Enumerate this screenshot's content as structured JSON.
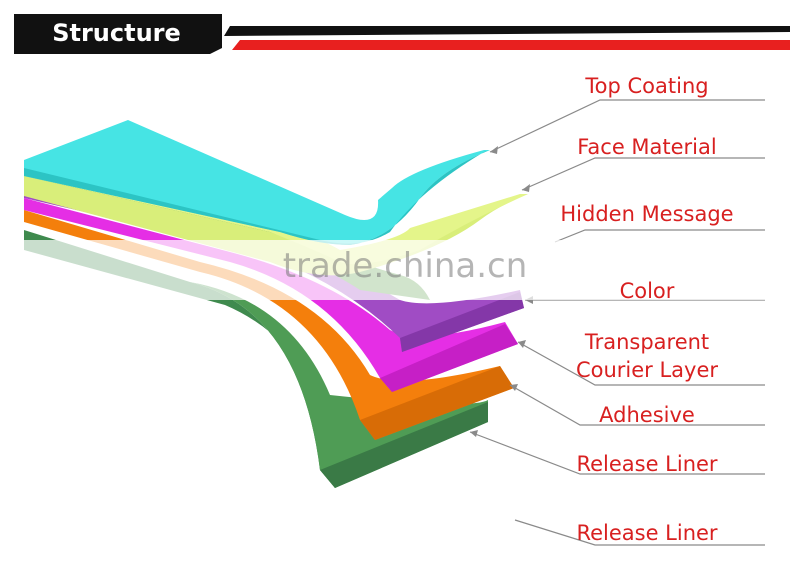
{
  "header": {
    "title": "Structure"
  },
  "watermark": {
    "text": "trade.china.cn"
  },
  "labels": [
    {
      "id": "top-coating",
      "text": "Top Coating"
    },
    {
      "id": "face-material",
      "text": "Face Material"
    },
    {
      "id": "hidden-message",
      "text": "Hidden Message"
    },
    {
      "id": "color",
      "text": "Color"
    },
    {
      "id": "transparent-courier-layer-1",
      "text": "Transparent"
    },
    {
      "id": "transparent-courier-layer-2",
      "text": "Courier Layer"
    },
    {
      "id": "adhesive",
      "text": "Adhesive"
    },
    {
      "id": "release-liner-1",
      "text": "Release Liner"
    },
    {
      "id": "release-liner-2",
      "text": "Release Liner"
    }
  ],
  "colors": {
    "accent_red": "#e8201f",
    "header_black": "#111111",
    "label_red": "#d82020",
    "top_coating": "#46e4e4",
    "face_material": "#e4f58a",
    "hidden_message": "#5a9e4a",
    "color_layer": "#a04cc4",
    "transparent_courier": "#e52ee5",
    "adhesive": "#f47f0c",
    "release_liner": "#3f8a4e"
  }
}
